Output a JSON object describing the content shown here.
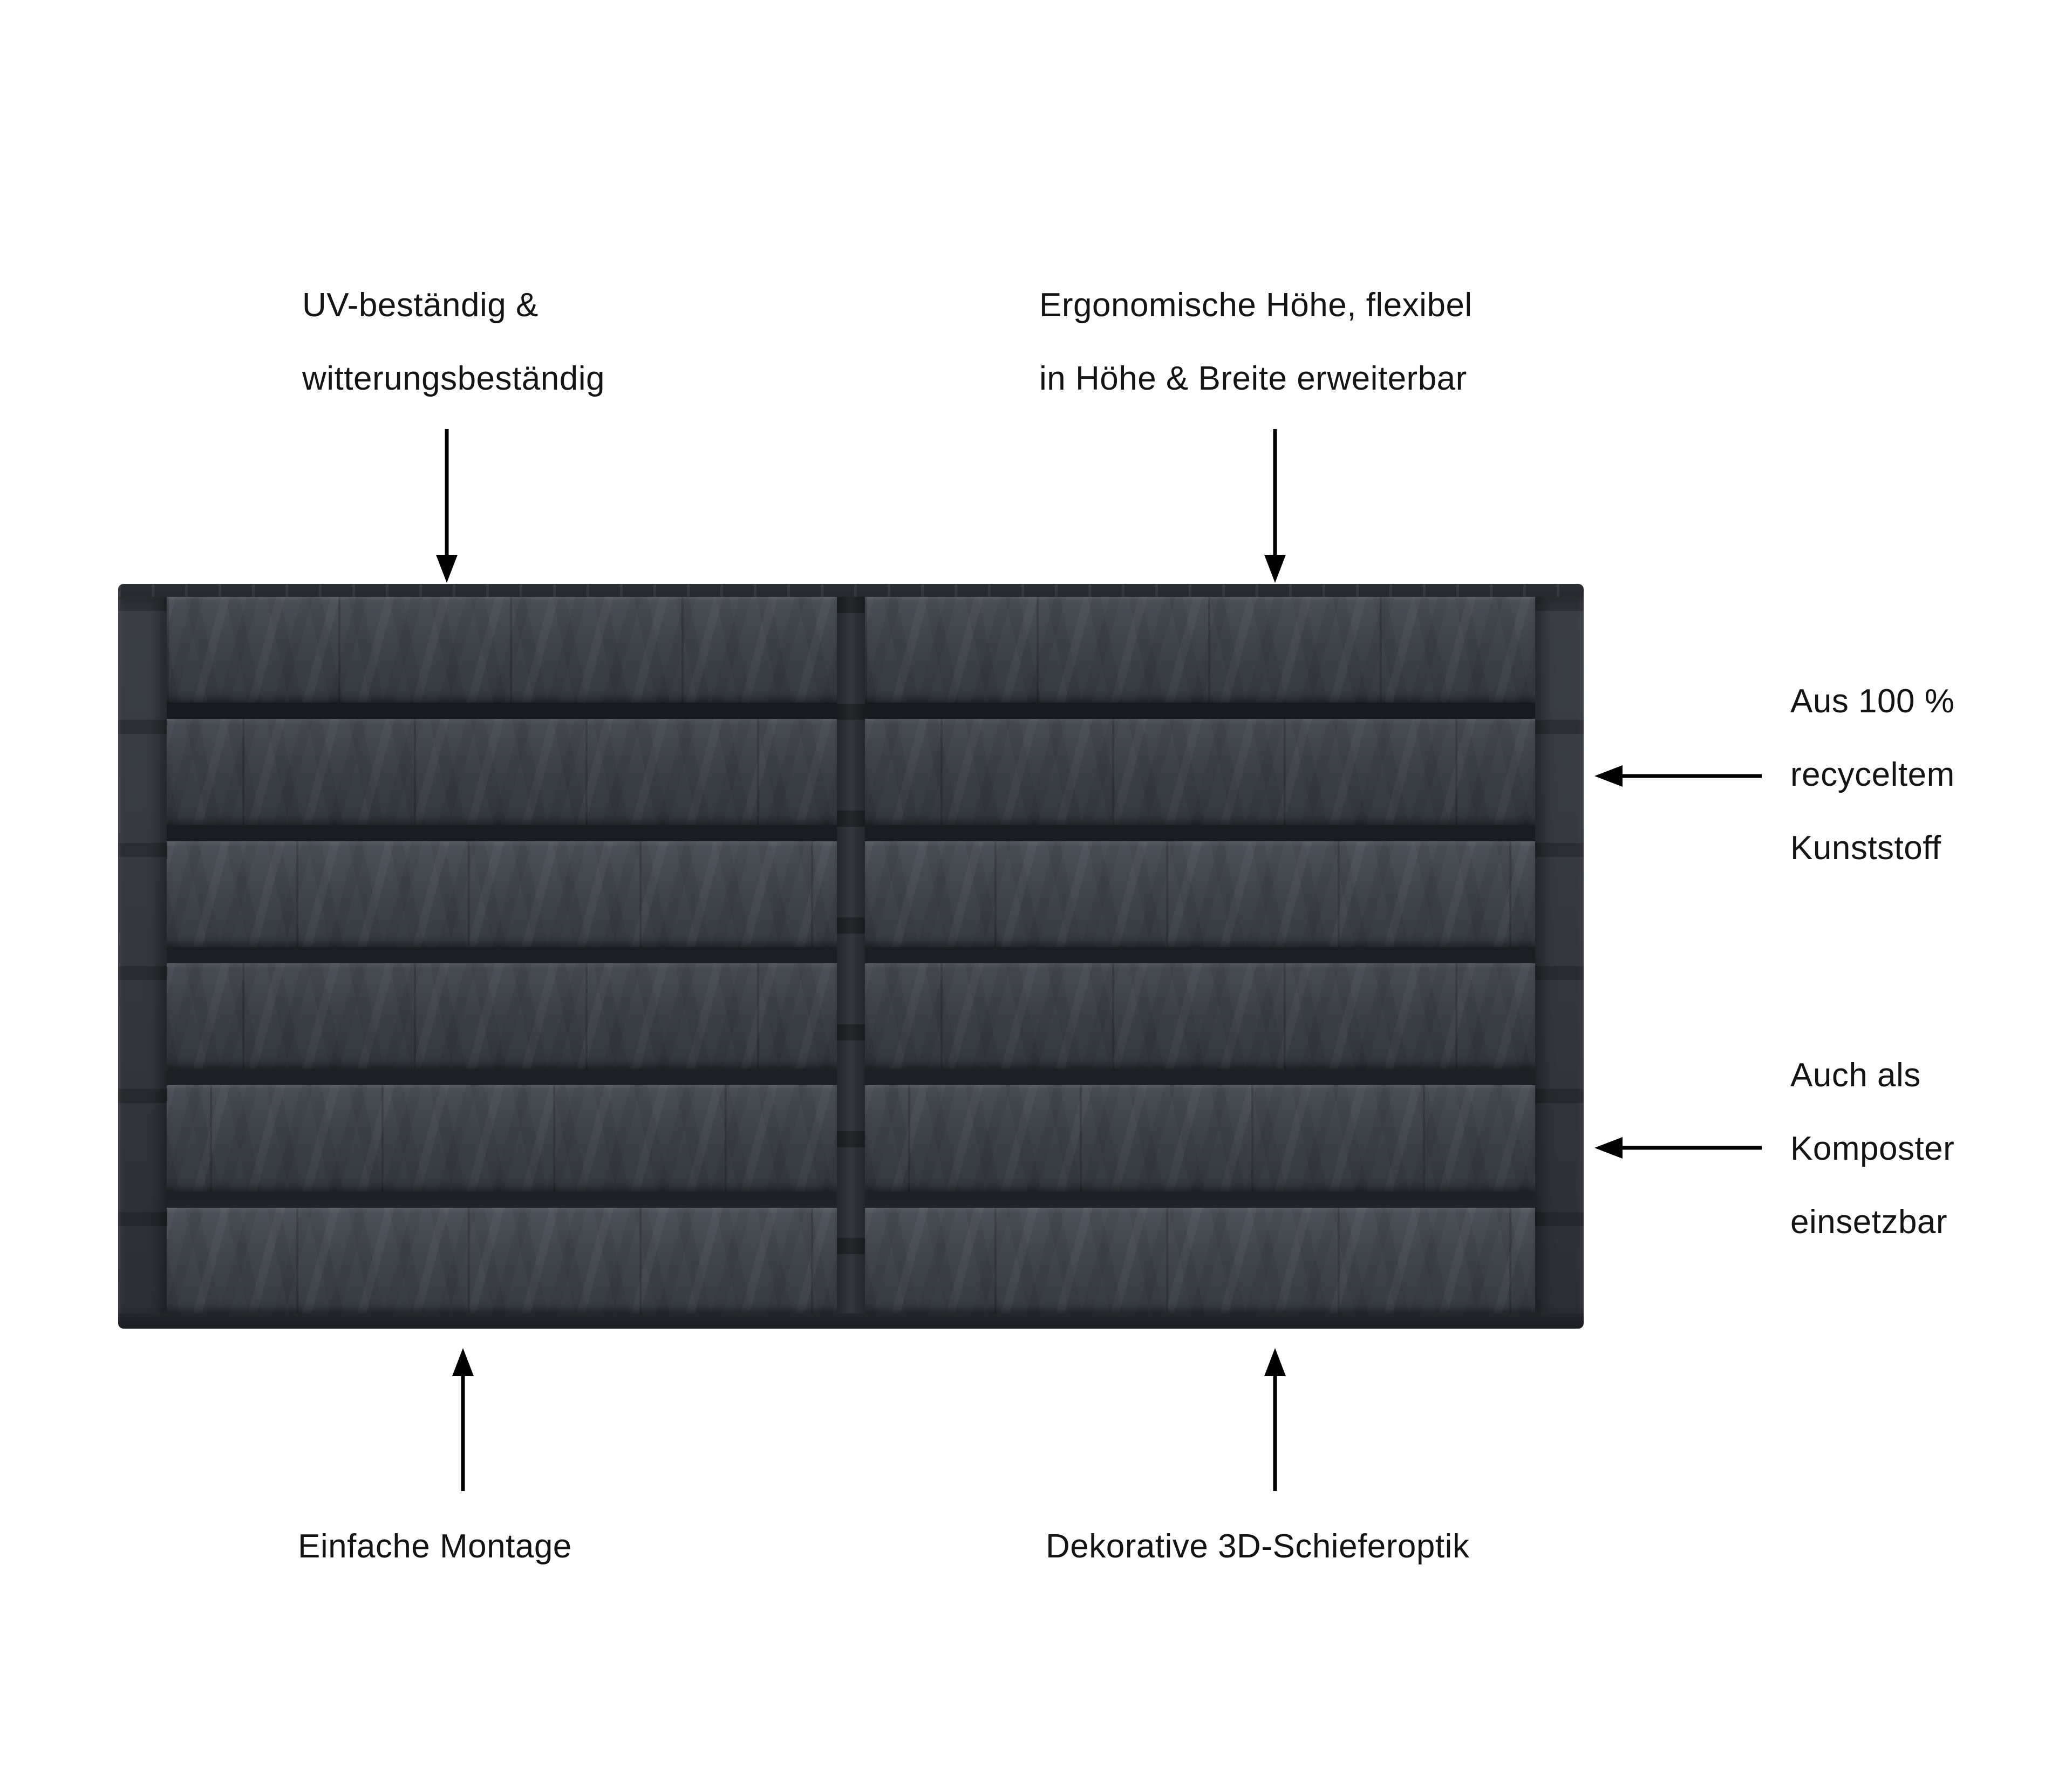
{
  "page": {
    "background": "#ffffff",
    "text_color": "#141414",
    "arrow_color": "#000000"
  },
  "annotations": {
    "uv_weather": {
      "line1": "UV-beständig &",
      "line2": "witterungsbeständig"
    },
    "ergonomic": {
      "line1": "Ergonomische Höhe, flexibel",
      "line2": "in Höhe & Breite erweiterbar"
    },
    "recycled": {
      "line1": "Aus 100 %",
      "line2": "recyceltem",
      "line3": "Kunststoff"
    },
    "composter": {
      "line1": "Auch als",
      "line2": "Komposter",
      "line3": "einsetzbar"
    },
    "assembly": {
      "line1": "Einfache Montage"
    },
    "slate_look": {
      "line1": "Dekorative 3D-Schieferoptik"
    }
  },
  "product": {
    "type": "raised-garden-bed",
    "finish": "3D slate look",
    "modules": 2,
    "planks_per_module": 6,
    "colors": {
      "plank": "#3f444b",
      "groove": "#1d2025",
      "post": "#33373d",
      "rim": "#26292e",
      "base": "#1b1e22"
    }
  }
}
